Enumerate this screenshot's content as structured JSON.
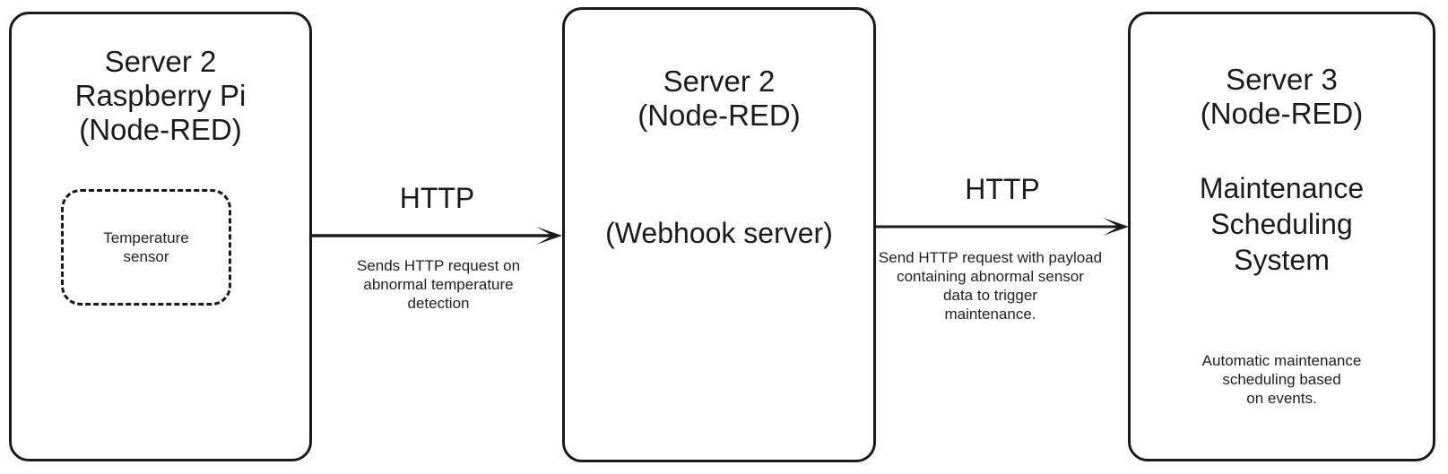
{
  "diagram": {
    "title": "Node-RED HTTP webhook maintenance flow",
    "background_color": "#ffffff",
    "stroke_color": "#1a1a1a",
    "text_color": "#1b1b1b"
  },
  "nodes": {
    "left": {
      "title": "Server 2\nRaspberry Pi\n(Node-RED)",
      "sensor": {
        "label": "Temperature\nsensor",
        "style": "dashed"
      }
    },
    "middle": {
      "title": "Server 2\n(Node-RED)",
      "subtitle": "(Webhook server)"
    },
    "right": {
      "title": "Server 3\n(Node-RED)",
      "subtitle": "Maintenance\nScheduling\nSystem",
      "note": "Automatic maintenance\nscheduling based\non events."
    }
  },
  "edges": [
    {
      "id": "edge-1",
      "from": "left",
      "to": "middle",
      "protocol_label": "HTTP",
      "description": "Sends HTTP request on\nabnormal temperature\ndetection"
    },
    {
      "id": "edge-2",
      "from": "middle",
      "to": "right",
      "protocol_label": "HTTP",
      "description": "Send HTTP request with payload\ncontaining abnormal sensor\ndata to trigger\nmaintenance."
    }
  ]
}
